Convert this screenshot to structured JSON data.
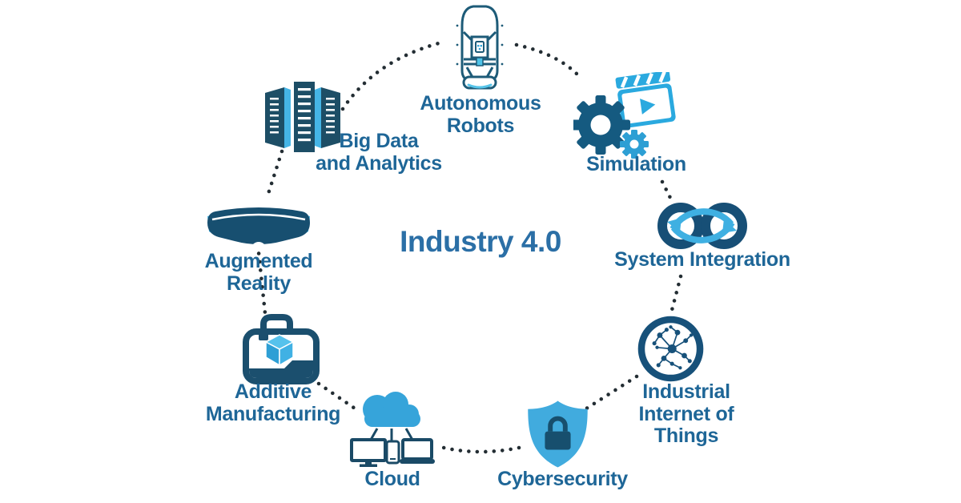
{
  "title": "Industry 4.0",
  "colors": {
    "dark_blue": "#1b4f6e",
    "light_blue": "#3aa7db",
    "label_text_blue": "#1e6697",
    "title_blue": "#2b6fa6",
    "dot_color": "#232d33",
    "background": "#ffffff"
  },
  "connector_style": "dotted",
  "nodes": [
    {
      "id": "autonomous-robots",
      "lines": [
        "Autonomous",
        "Robots"
      ],
      "icon": "autonomous-car-icon"
    },
    {
      "id": "simulation",
      "lines": [
        "Simulation",
        ""
      ],
      "icon": "gears-clapperboard-icon"
    },
    {
      "id": "system-integration",
      "lines": [
        "System Integration",
        ""
      ],
      "icon": "chain-links-arrows-icon"
    },
    {
      "id": "industrial-iot",
      "lines": [
        "Industrial",
        "Internet of Things"
      ],
      "icon": "network-sphere-icon"
    },
    {
      "id": "cybersecurity",
      "lines": [
        "Cybersecurity",
        ""
      ],
      "icon": "shield-lock-icon"
    },
    {
      "id": "cloud",
      "lines": [
        "Cloud",
        ""
      ],
      "icon": "cloud-devices-icon"
    },
    {
      "id": "additive-manufacturing",
      "lines": [
        "Additive",
        "Manufacturing"
      ],
      "icon": "3d-printer-icon"
    },
    {
      "id": "augmented-reality",
      "lines": [
        "Augmented",
        "Reality"
      ],
      "icon": "ar-headset-icon"
    },
    {
      "id": "big-data-analytics",
      "lines": [
        "Big Data",
        "and Analytics"
      ],
      "icon": "server-stack-icon"
    }
  ]
}
